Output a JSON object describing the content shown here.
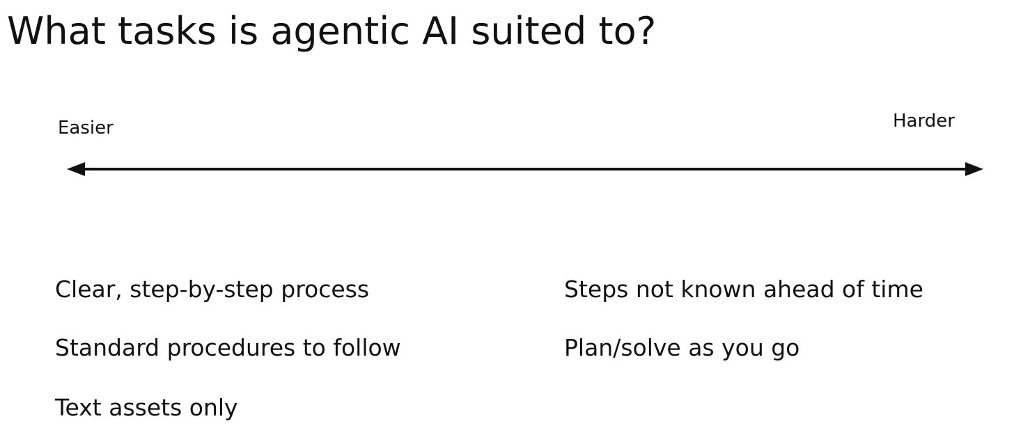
{
  "slide": {
    "title": "What tasks is agentic AI suited to?",
    "spectrum": {
      "left_label": "Easier",
      "right_label": "Harder"
    },
    "easier_tasks": [
      "Clear, step-by-step process",
      "Standard procedures to follow",
      "Text assets only"
    ],
    "harder_tasks": [
      "Steps not known ahead of time",
      "Plan/solve as you go"
    ]
  }
}
